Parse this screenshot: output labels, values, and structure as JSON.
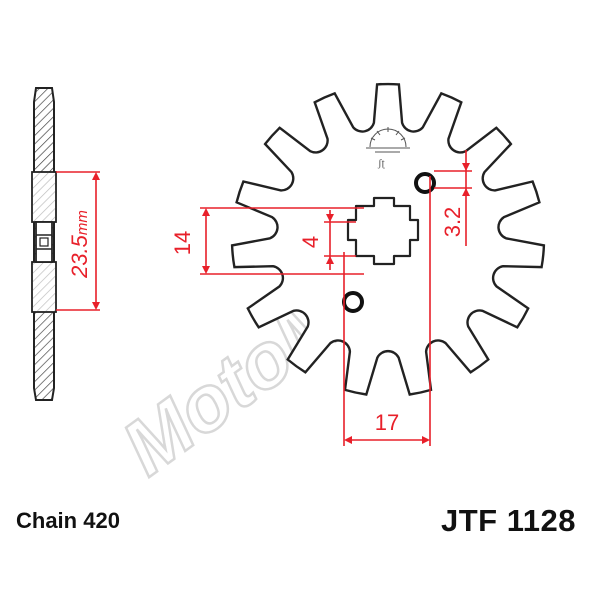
{
  "footer": {
    "chain_label": "Chain 420",
    "part_number": "JTF 1128"
  },
  "dimensions": {
    "thickness": "23.5",
    "thickness_unit": "mm",
    "hole_offset_vertical": "3.2",
    "width_14": "14",
    "width_4": "4",
    "bolt_span": "17"
  },
  "sprocket": {
    "teeth": 15
  },
  "watermark": {
    "text": "MotoMoto"
  },
  "colors": {
    "outline": "#222222",
    "dimension": "#e8202a",
    "hatch": "#444444",
    "watermark": "#d9d9d9"
  }
}
